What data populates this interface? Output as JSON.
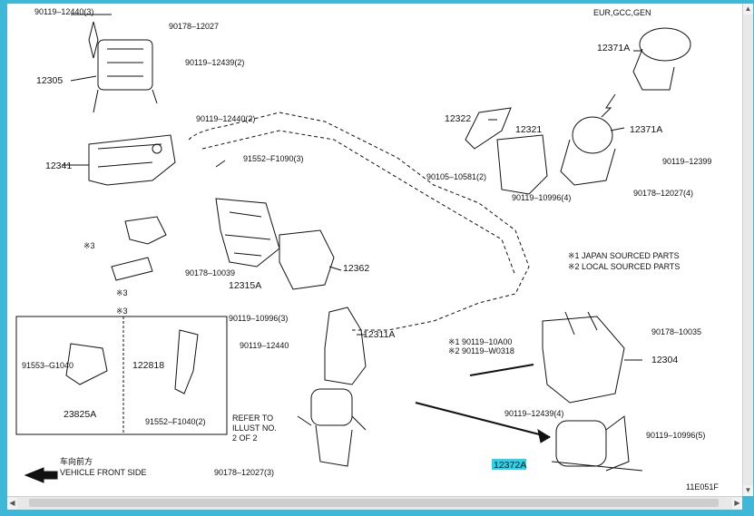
{
  "labels": {
    "p90119_12440_top": "90119–12440(3)",
    "p90178_12027_top": "90178–12027",
    "p90119_12439_2": "90119–12439(2)",
    "p12305": "12305",
    "p90119_12440_2": "90119–12440(2)",
    "p12341": "12341",
    "p91552_F1090": "91552–F1090(3)",
    "x3_a": "※3",
    "x3_b": "※3",
    "p90178_10039": "90178–10039",
    "p12315A": "12315A",
    "p12362": "12362",
    "box_x3": "※3",
    "p91553_G1040": "91553–G1040",
    "p122818": "122818",
    "p23825A": "23825A",
    "p91552_F1040": "91552–F1040(2)",
    "p90119_10996_3": "90119–10996(3)",
    "p90119_12440": "90119–12440",
    "p12311A": "12311A",
    "refer_1": "REFER TO",
    "refer_2": "ILLUST NO.",
    "refer_3": "2 OF 2",
    "p90178_12027_3": "90178–12027(3)",
    "vehicle_cn": "车向前方",
    "vehicle_en": "VEHICLE FRONT SIDE",
    "eur_gcc_gen": "EUR,GCC,GEN",
    "p12371A_top": "12371A",
    "p12322": "12322",
    "p12321": "12321",
    "p12371A_mid": "12371A",
    "p90105_10581": "90105–10581(2)",
    "p90119_10996_4": "90119–10996(4)",
    "p90119_12399": "90119–12399",
    "p90178_12027_4": "90178–12027(4)",
    "note1": "※1 JAPAN SOURCED PARTS",
    "note2": "※2 LOCAL SOURCED PARTS",
    "p90178_10035": "90178–10035",
    "p90119_10A00": "※1 90119–10A00",
    "p90119_W0318": "※2 90119–W0318",
    "p12304": "12304",
    "p90119_12439_4": "90119–12439(4)",
    "p90119_10996_5": "90119–10996(5)",
    "p12372A": "12372A",
    "ref_code": "11E051F"
  },
  "colors": {
    "highlight": "#27d4ec",
    "frame": "#3fb8d8",
    "ink": "#111111"
  }
}
